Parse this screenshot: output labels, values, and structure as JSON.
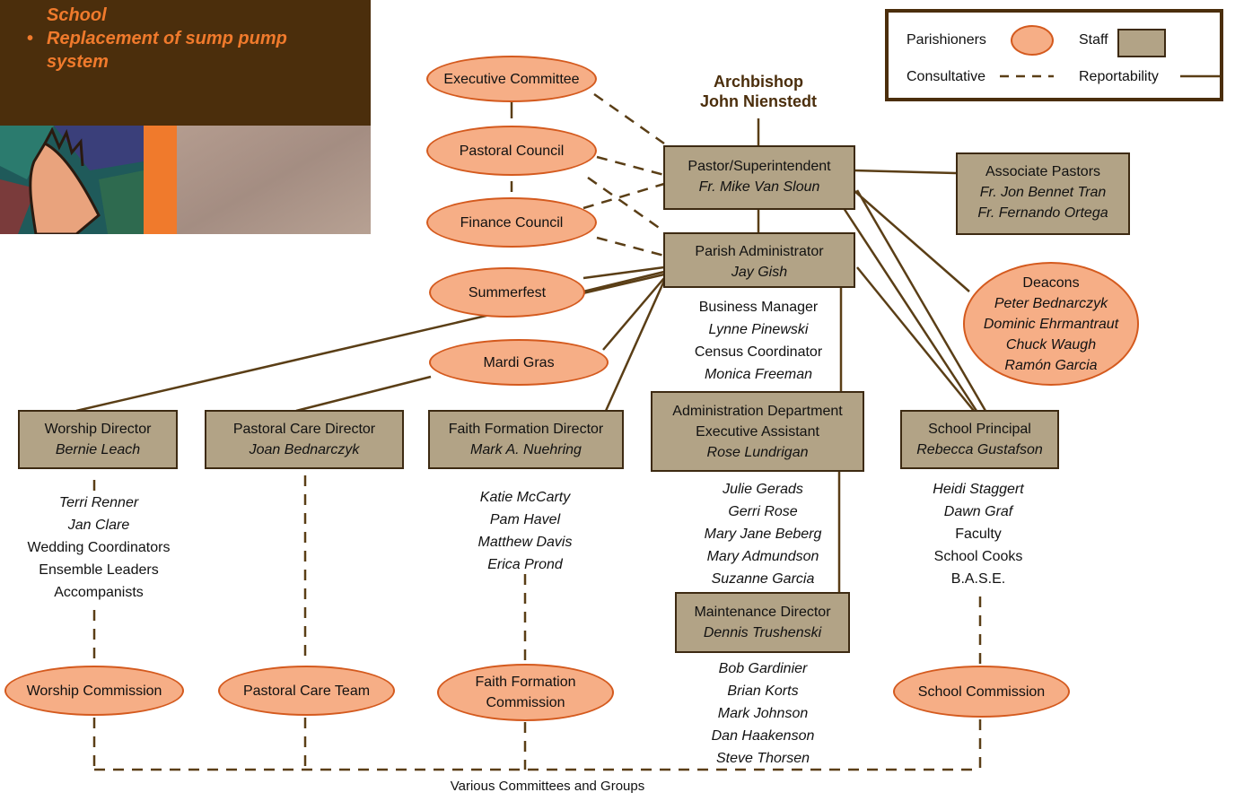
{
  "panel": {
    "bullets": [
      {
        "bullet": "",
        "text": "School"
      },
      {
        "bullet": "•",
        "text": "Replacement of sump pump"
      },
      {
        "bullet": "",
        "text": "system"
      }
    ]
  },
  "legend": {
    "parishioners": "Parishioners",
    "staff": "Staff",
    "consultative": "Consultative",
    "reportability": "Reportability"
  },
  "archbishop": {
    "line1": "Archbishop",
    "line2": "John Nienstedt"
  },
  "ovals": {
    "executive_committee": "Executive Committee",
    "pastoral_council": "Pastoral Council",
    "finance_council": "Finance Council",
    "summerfest": "Summerfest",
    "mardi_gras": "Mardi Gras",
    "worship_commission": "Worship Commission",
    "pastoral_care_team": "Pastoral Care Team",
    "faith_formation_commission": [
      "Faith Formation",
      "Commission"
    ],
    "school_commission": "School Commission",
    "deacons": {
      "title": "Deacons",
      "names": [
        "Peter Bednarczyk",
        "Dominic Ehrmantraut",
        "Chuck Waugh",
        "Ramón Garcia"
      ]
    }
  },
  "staff": {
    "pastor": {
      "title": "Pastor/Superintendent",
      "name": "Fr. Mike Van Sloun"
    },
    "associates": {
      "title": "Associate Pastors",
      "names": [
        "Fr. Jon Bennet Tran",
        "Fr. Fernando Ortega"
      ]
    },
    "administrator": {
      "title": "Parish Administrator",
      "name": "Jay Gish"
    },
    "worship": {
      "title": "Worship Director",
      "name": "Bernie Leach"
    },
    "pastoral_care": {
      "title": "Pastoral Care Director",
      "name": "Joan Bednarczyk"
    },
    "faith_formation": {
      "title": "Faith Formation Director",
      "name": "Mark A. Nuehring"
    },
    "admin_dept": {
      "titles": [
        "Administration Department",
        "Executive Assistant"
      ],
      "name": "Rose Lundrigan"
    },
    "school": {
      "title": "School Principal",
      "name": "Rebecca Gustafson"
    },
    "maintenance": {
      "title": "Maintenance Director",
      "name": "Dennis Trushenski"
    }
  },
  "lists": {
    "business": [
      {
        "text": "Business Manager",
        "italic": false
      },
      {
        "text": "Lynne Pinewski",
        "italic": true
      },
      {
        "text": "Census Coordinator",
        "italic": false
      },
      {
        "text": "Monica Freeman",
        "italic": true
      }
    ],
    "worship": [
      {
        "text": "Terri Renner",
        "italic": true
      },
      {
        "text": "Jan Clare",
        "italic": true
      },
      {
        "text": "Wedding Coordinators",
        "italic": false
      },
      {
        "text": "Ensemble Leaders",
        "italic": false
      },
      {
        "text": "Accompanists",
        "italic": false
      }
    ],
    "faith": [
      {
        "text": "Katie McCarty",
        "italic": true
      },
      {
        "text": "Pam Havel",
        "italic": true
      },
      {
        "text": "Matthew Davis",
        "italic": true
      },
      {
        "text": "Erica Prond",
        "italic": true
      }
    ],
    "admin": [
      {
        "text": "Julie Gerads",
        "italic": true
      },
      {
        "text": "Gerri Rose",
        "italic": true
      },
      {
        "text": "Mary Jane Beberg",
        "italic": true
      },
      {
        "text": "Mary Admundson",
        "italic": true
      },
      {
        "text": "Suzanne Garcia",
        "italic": true
      }
    ],
    "maintenance": [
      {
        "text": "Bob Gardinier",
        "italic": true
      },
      {
        "text": "Brian Korts",
        "italic": true
      },
      {
        "text": "Mark Johnson",
        "italic": true
      },
      {
        "text": "Dan Haakenson",
        "italic": true
      },
      {
        "text": "Steve Thorsen",
        "italic": true
      }
    ],
    "school": [
      {
        "text": "Heidi Staggert",
        "italic": true
      },
      {
        "text": "Dawn Graf",
        "italic": true
      },
      {
        "text": "Faculty",
        "italic": false
      },
      {
        "text": "School Cooks",
        "italic": false
      },
      {
        "text": "B.A.S.E.",
        "italic": false
      }
    ]
  },
  "footer": "Various Committees and Groups"
}
